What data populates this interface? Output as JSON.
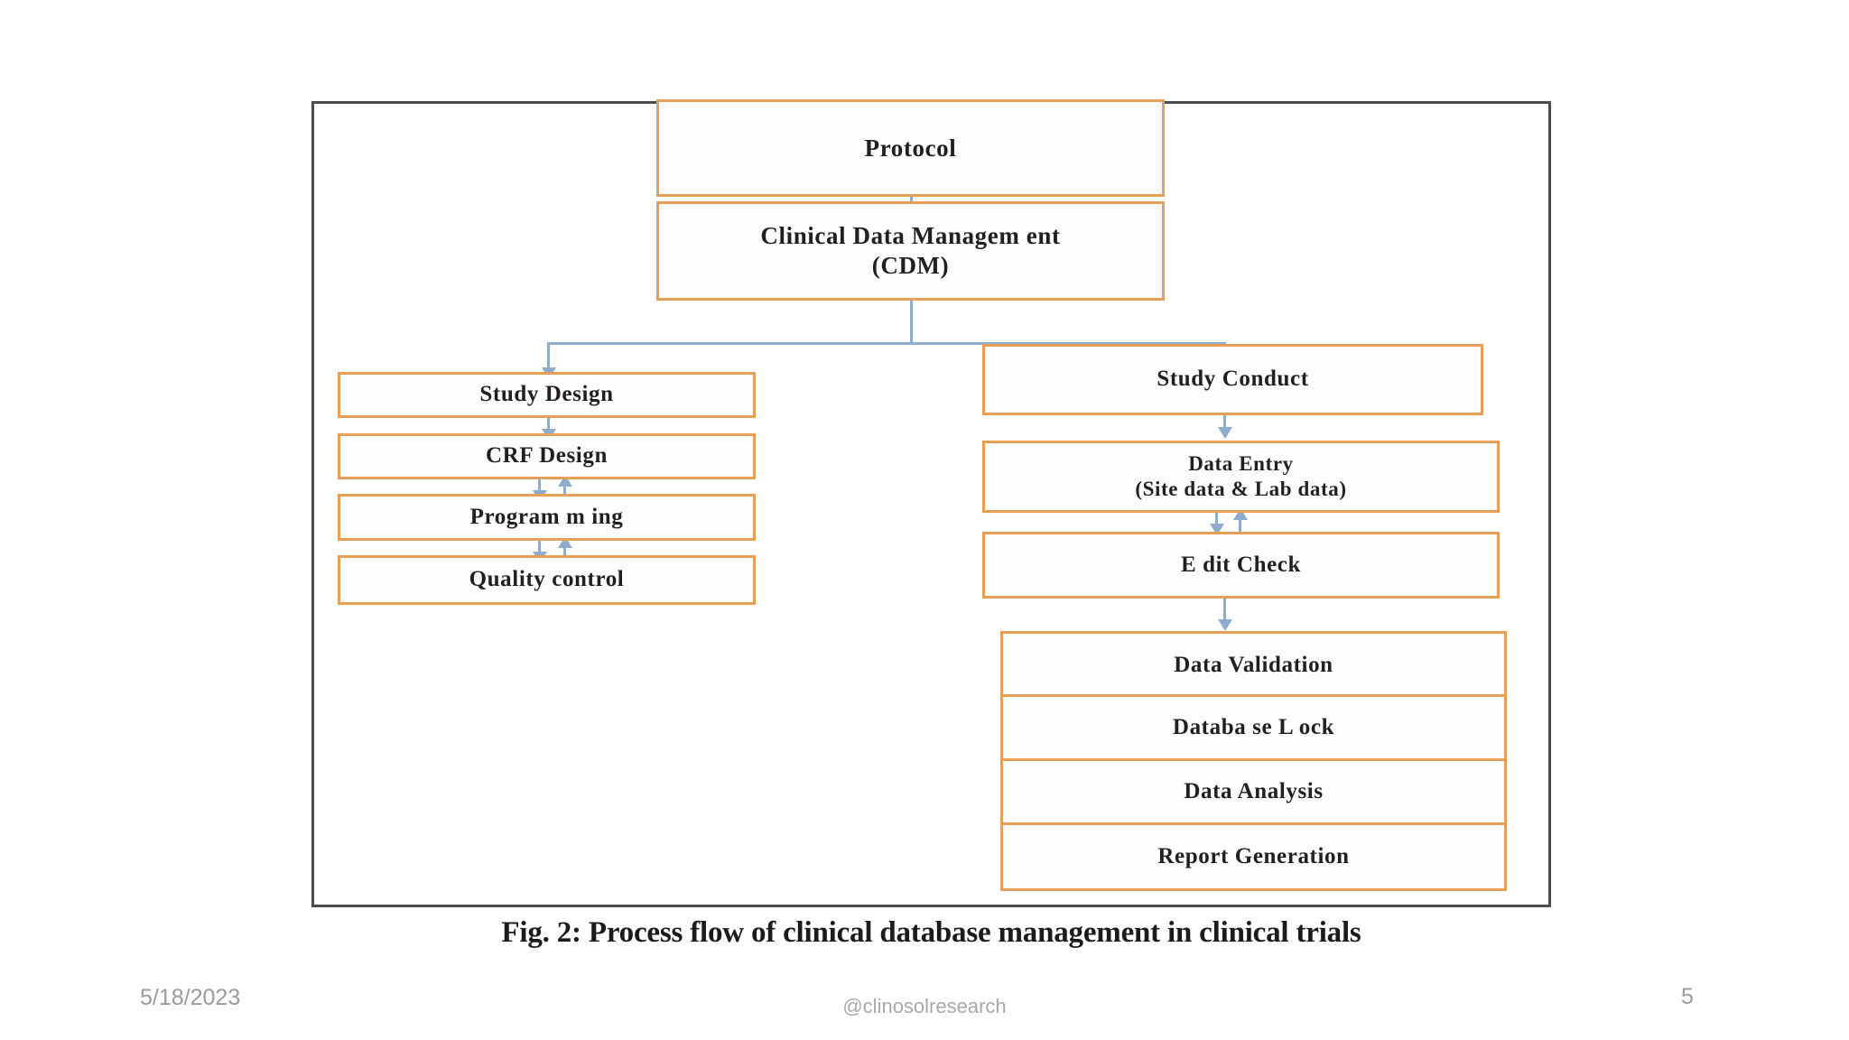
{
  "figure": {
    "caption": "Fig. 2: Process flow of clinical database management in clinical trials",
    "nodes": {
      "protocol": "Protocol",
      "cdm": "Clinical Data Managem ent\n(CDM)",
      "study_design": "Study Design",
      "crf_design": "CRF Design",
      "programming": "Program m ing",
      "quality_control": "Quality control",
      "study_conduct": "Study Conduct",
      "data_entry": "Data Entry\n(Site data & Lab data)",
      "edit_check": "E dit Check",
      "data_validation": "Data Validation",
      "database_lock": "Databa se L ock",
      "data_analysis": "Data Analysis",
      "report_generation": "Report Generation"
    },
    "colors": {
      "node_border": "#e79f55",
      "node_fill": "#fdfdfd",
      "connector": "#8eaccd",
      "frame": "#4c4c4c",
      "text": "#231f20"
    }
  },
  "footer": {
    "date": "5/18/2023",
    "handle": "@clinosolresearch",
    "page_number": "5"
  },
  "chart_data": {
    "type": "diagram",
    "title": "Fig. 2: Process flow of clinical database management in clinical trials",
    "diagram_kind": "flowchart",
    "orientation": "top-down",
    "nodes": [
      {
        "id": "protocol",
        "label": "Protocol",
        "column": "root"
      },
      {
        "id": "cdm",
        "label": "Clinical Data Management (CDM)",
        "column": "root"
      },
      {
        "id": "study_design",
        "label": "Study Design",
        "column": "left"
      },
      {
        "id": "crf_design",
        "label": "CRF Design",
        "column": "left"
      },
      {
        "id": "programming",
        "label": "Programming",
        "column": "left"
      },
      {
        "id": "quality_control",
        "label": "Quality control",
        "column": "left"
      },
      {
        "id": "study_conduct",
        "label": "Study Conduct",
        "column": "right"
      },
      {
        "id": "data_entry",
        "label": "Data Entry (Site data & Lab data)",
        "column": "right"
      },
      {
        "id": "edit_check",
        "label": "Edit Check",
        "column": "right"
      },
      {
        "id": "data_validation",
        "label": "Data Validation",
        "column": "right"
      },
      {
        "id": "database_lock",
        "label": "Database Lock",
        "column": "right"
      },
      {
        "id": "data_analysis",
        "label": "Data Analysis",
        "column": "right"
      },
      {
        "id": "report_generation",
        "label": "Report Generation",
        "column": "right"
      }
    ],
    "edges": [
      {
        "from": "protocol",
        "to": "cdm",
        "direction": "down"
      },
      {
        "from": "cdm",
        "to": "study_design",
        "direction": "down"
      },
      {
        "from": "cdm",
        "to": "study_conduct",
        "direction": "down"
      },
      {
        "from": "study_design",
        "to": "crf_design",
        "direction": "down"
      },
      {
        "from": "crf_design",
        "to": "programming",
        "direction": "bidirectional"
      },
      {
        "from": "programming",
        "to": "quality_control",
        "direction": "bidirectional"
      },
      {
        "from": "study_conduct",
        "to": "data_entry",
        "direction": "down"
      },
      {
        "from": "data_entry",
        "to": "edit_check",
        "direction": "bidirectional"
      },
      {
        "from": "edit_check",
        "to": "data_validation",
        "direction": "down"
      },
      {
        "from": "data_validation",
        "to": "database_lock",
        "direction": "down"
      },
      {
        "from": "database_lock",
        "to": "data_analysis",
        "direction": "down"
      },
      {
        "from": "data_analysis",
        "to": "report_generation",
        "direction": "down"
      }
    ]
  }
}
